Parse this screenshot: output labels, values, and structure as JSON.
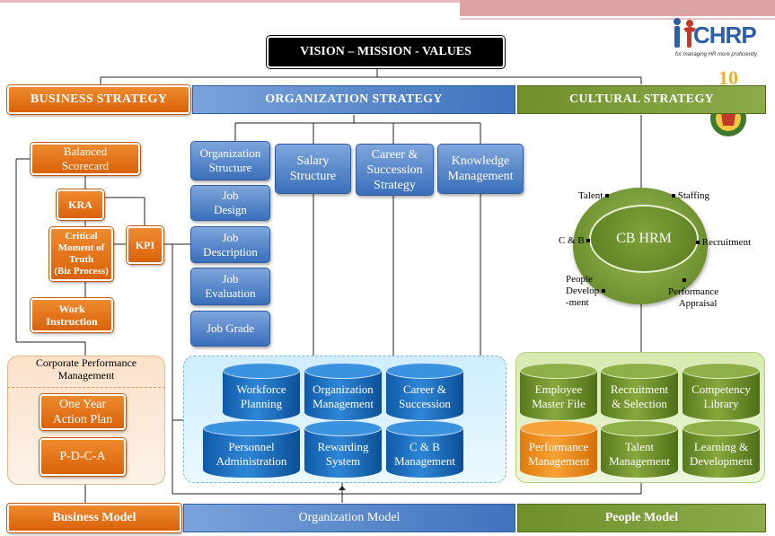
{
  "vision_label": "VISION – MISSION - VALUES",
  "logo_text": "CHRP",
  "logo_tagline": "for managing HR more proficiently",
  "strategies": {
    "business": "BUSINESS STRATEGY",
    "organization": "ORGANIZATION STRATEGY",
    "cultural": "CULTURAL STRATEGY"
  },
  "business_items": {
    "balanced_scorecard": "Balanced Scorecard",
    "kra": "KRA",
    "critical_moment": [
      "Critical",
      "Moment of",
      "Truth",
      "(Biz Process)"
    ],
    "kpi": "KPI",
    "work_instruction": [
      "Work",
      "Instruction"
    ]
  },
  "org_items": {
    "organization_structure": [
      "Organization",
      "Structure"
    ],
    "job_design": [
      "Job",
      "Design"
    ],
    "job_description": [
      "Job",
      "Description"
    ],
    "job_evaluation": [
      "Job",
      "Evaluation"
    ],
    "job_grade": "Job Grade",
    "salary_structure": [
      "Salary",
      "Structure"
    ],
    "career_succession": [
      "Career &",
      "Succession",
      "Strategy"
    ],
    "knowledge_management": [
      "Knowledge",
      "Management"
    ]
  },
  "cb_hrm": {
    "center": "CB HRM",
    "talent": "Talent",
    "staffing": "Staffing",
    "cb": "C & B",
    "recruitment": "Recruitment",
    "people_development": [
      "People",
      "Develop",
      "-ment"
    ],
    "performance_appraisal": [
      "Performance",
      "Appraisal"
    ]
  },
  "corporate_performance": {
    "title": [
      "Corporate Performance",
      "Management"
    ],
    "one_year": [
      "One Year",
      "Action Plan"
    ],
    "pdca": "P-D-C-A"
  },
  "org_modules": [
    [
      "Workforce",
      "Planning"
    ],
    [
      "Organization",
      "Management"
    ],
    [
      "Career &",
      "Succession"
    ],
    [
      "Personnel",
      "Administration"
    ],
    [
      "Rewarding",
      "System"
    ],
    [
      "C & B",
      "Management"
    ]
  ],
  "people_modules": [
    [
      "Employee",
      "Master File"
    ],
    [
      "Recruitment",
      "& Selection"
    ],
    [
      "Competency",
      "Library"
    ],
    [
      "Performance",
      "Management"
    ],
    [
      "Talent",
      "Management"
    ],
    [
      "Learning &",
      "Development"
    ]
  ],
  "models": {
    "business": "Business Model",
    "organization": "Organization Model",
    "people": "People Model"
  },
  "colors": {
    "orange": "#e06f12",
    "blue": "#3a6fba",
    "green": "#6b8a2c",
    "cyl_blue": "#1a6cc0",
    "cyl_highlight": "#f39a2a"
  }
}
